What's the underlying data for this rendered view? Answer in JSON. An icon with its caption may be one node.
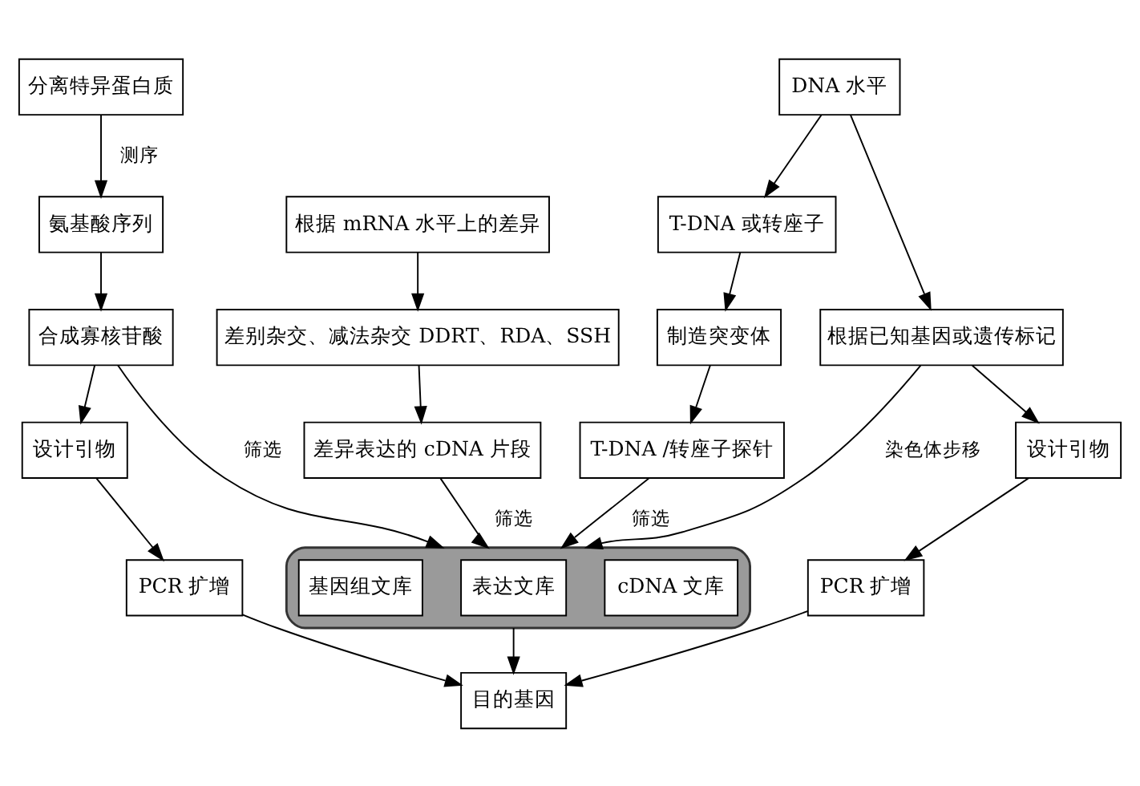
{
  "diagram": {
    "nodes": [
      {
        "text": [
          "分离特异蛋白质"
        ]
      },
      {
        "text": [
          "氨基酸序列"
        ]
      },
      {
        "text": [
          "合成寡核苷酸"
        ]
      },
      {
        "text": [
          "根据 mRNA 水平上的差异"
        ]
      },
      {
        "text": [
          "差别杂交、减法杂交 DDRT、RDA、SSH"
        ]
      },
      {
        "text": [
          "差异表达的 cDNA 片段"
        ]
      },
      {
        "text": [
          "DNA 水平"
        ]
      },
      {
        "text": [
          "T-DNA 或转座子"
        ]
      },
      {
        "text": [
          "制造突变体"
        ]
      },
      {
        "text": [
          "T-DNA /转座子探针"
        ]
      },
      {
        "text": [
          "根据已知基因或遗传标记"
        ]
      },
      {
        "text": [],
        "shape": "ellipse"
      },
      {
        "text": [
          "cDNA 文库"
        ],
        "in": 11
      },
      {
        "text": [
          "表达文库"
        ],
        "in": 11
      },
      {
        "text": [
          "基因组文库"
        ],
        "in": 11
      },
      {
        "text": [
          "设计引物"
        ]
      },
      {
        "text": [
          "PCR 扩增"
        ]
      },
      {
        "text": [
          "目的基因"
        ]
      },
      {
        "text": [
          "设计引物"
        ]
      },
      {
        "text": [
          "PCR 扩增"
        ]
      }
    ],
    "edges": [
      {
        "from": 0,
        "to": 1,
        "arrow": "to",
        "label": "测序"
      },
      {
        "from": 1,
        "to": 2,
        "arrow": "to"
      },
      {
        "from": 2,
        "to": 15,
        "arrow": "to"
      },
      {
        "from": 2,
        "to": 11,
        "arrow": "to",
        "label": "筛选"
      },
      {
        "from": 3,
        "to": 4,
        "arrow": "to"
      },
      {
        "from": 4,
        "to": 5,
        "arrow": "to"
      },
      {
        "from": 5,
        "to": 11,
        "arrow": "to",
        "label": "筛选"
      },
      {
        "from": 6,
        "to": 7,
        "arrow": "to"
      },
      {
        "from": 6,
        "to": 10,
        "arrow": "to"
      },
      {
        "from": 7,
        "to": 8,
        "arrow": "to"
      },
      {
        "from": 8,
        "to": 9,
        "arrow": "to"
      },
      {
        "from": 9,
        "to": 11,
        "arrow": "to",
        "label": "筛选"
      },
      {
        "from": 10,
        "to": 11,
        "arrow": "to",
        "label": "染色体步移"
      },
      {
        "from": 10,
        "to": 18,
        "arrow": "to"
      },
      {
        "from": 15,
        "to": 16,
        "arrow": "to"
      },
      {
        "from": 11,
        "to": 17,
        "arrow": "to"
      },
      {
        "from": 16,
        "to": 17,
        "arrow": "to"
      },
      {
        "from": 18,
        "to": 19,
        "arrow": "to"
      },
      {
        "from": 19,
        "to": 17,
        "arrow": "to"
      }
    ]
  }
}
